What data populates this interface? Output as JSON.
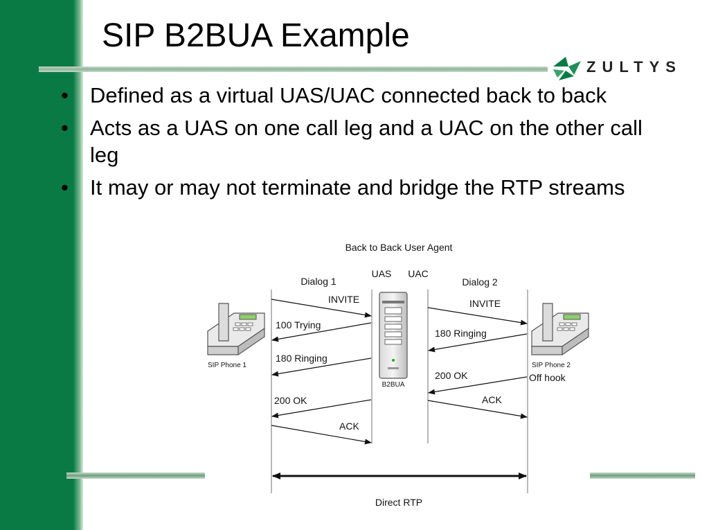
{
  "slide": {
    "title": "SIP B2BUA Example",
    "logo_text": "ZULTYS",
    "bullets": [
      "Defined as a virtual UAS/UAC connected back to back",
      "Acts as a UAS on one call leg and a UAC on the other call leg",
      "It may or may not terminate and bridge the RTP streams"
    ],
    "bullet_symbol": "•",
    "colors": {
      "left_bar": "#0a7a45",
      "rule": "#8fb59a"
    }
  },
  "diagram": {
    "title": "Back to Back User Agent",
    "uas_label": "UAS",
    "uac_label": "UAC",
    "dialog1_label": "Dialog 1",
    "dialog2_label": "Dialog 2",
    "phone1_label": "SIP Phone 1",
    "phone2_label": "SIP Phone 2",
    "server_label": "B2BUA",
    "off_hook_label": "Off hook",
    "rtp_label": "Direct RTP",
    "left_messages": [
      "INVITE",
      "100 Trying",
      "180 Ringing",
      "200 OK",
      "ACK"
    ],
    "right_messages": [
      "INVITE",
      "180 Ringing",
      "200 OK",
      "ACK"
    ]
  }
}
